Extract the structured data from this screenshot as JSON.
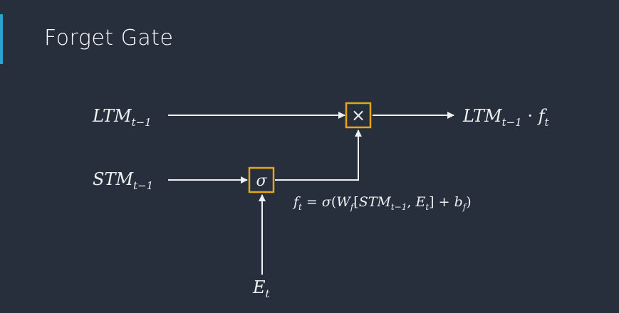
{
  "slide": {
    "title": "Forget Gate"
  },
  "diagram": {
    "inputs": {
      "ltm": {
        "main": "LTM",
        "sub": "t−1"
      },
      "stm": {
        "main": "STM",
        "sub": "t−1"
      },
      "event": {
        "main": "E",
        "sub": "t"
      }
    },
    "operators": {
      "multiply": "×",
      "sigmoid": "σ"
    },
    "output": {
      "main": "LTM",
      "sub": "t−1",
      "dot": " · ",
      "f": "f",
      "f_sub": "t"
    },
    "equation": {
      "lhs": "f",
      "lhs_sub": "t",
      "eq": " = ",
      "sigma": "σ",
      "open": "(",
      "w": "W",
      "w_sub": "f",
      "bracket_open": "[",
      "stm": "STM",
      "stm_sub": "t−1",
      "comma": ", ",
      "e": "E",
      "e_sub": "t",
      "bracket_close": "]",
      "plus": " + ",
      "b": "b",
      "b_sub": "f",
      "close": ")"
    },
    "colors": {
      "box_border": "#e3a51c",
      "line": "#eef0f2",
      "accent": "#2aa3cf"
    }
  }
}
